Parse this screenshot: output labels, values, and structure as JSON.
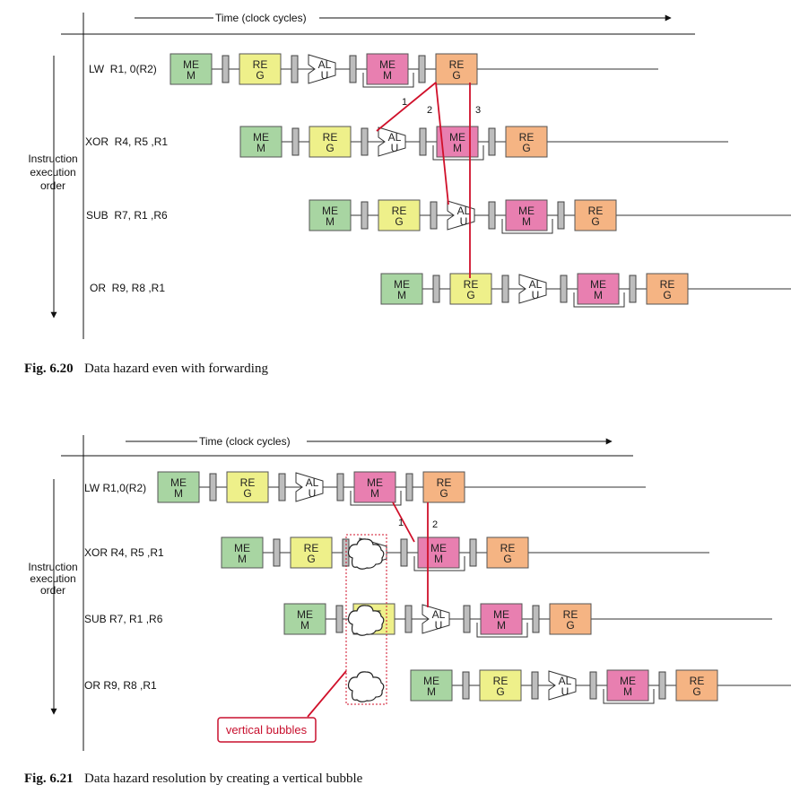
{
  "colors": {
    "mem": "#a8d5a2",
    "reg": "#eef08a",
    "alu_mem": "#e87fb0",
    "wb_reg": "#f5b483",
    "latch": "#bdbdbd",
    "forward_line": "#d0102a"
  },
  "blocks": {
    "mem": [
      "ME",
      "M"
    ],
    "reg": [
      "RE",
      "G"
    ],
    "alu": [
      "AL",
      "U"
    ]
  },
  "fig1": {
    "time_label": "Time (clock cycles)",
    "order_label": [
      "Instruction",
      "execution",
      "order"
    ],
    "instructions": [
      "LW  R1, 0(R2)",
      "XOR  R4, R5 ,R1",
      "SUB  R7, R1 ,R6",
      "OR  R9, R8 ,R1"
    ],
    "path_numbers": [
      "1",
      "2",
      "3"
    ],
    "caption_num": "Fig. 6.20",
    "caption_text": "Data hazard even with forwarding"
  },
  "fig2": {
    "time_label": "Time (clock cycles)",
    "order_label": [
      "Instruction",
      "execution",
      "order"
    ],
    "instructions": [
      "LW R1,0(R2)",
      "XOR R4, R5 ,R1",
      "SUB R7, R1 ,R6",
      "OR R9, R8 ,R1"
    ],
    "path_numbers": [
      "1",
      "2"
    ],
    "bubble_label": "vertical bubbles",
    "caption_num": "Fig. 6.21",
    "caption_text": "Data hazard resolution by creating a vertical bubble"
  }
}
